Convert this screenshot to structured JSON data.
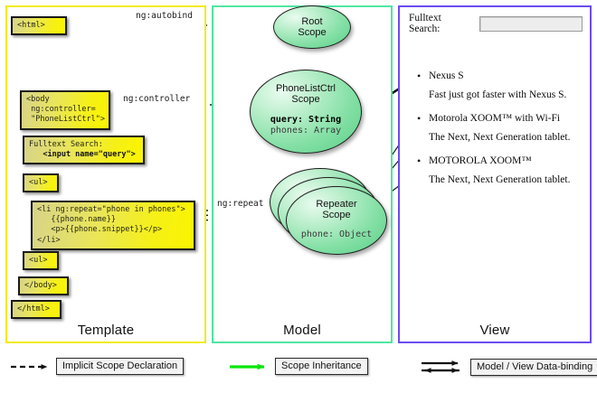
{
  "columns": [
    {
      "key": "template",
      "label": "Template",
      "border_color": "#f2eb18"
    },
    {
      "key": "model",
      "label": "Model",
      "border_color": "#4ee6a0"
    },
    {
      "key": "view",
      "label": "View",
      "border_color": "#6c4cf0"
    }
  ],
  "template": {
    "boxes": [
      {
        "name": "html-open-tag",
        "text": "<html>"
      },
      {
        "name": "body-controller-tag",
        "text": "<body\n ng:controller=\n \"PhoneListCtrl\">"
      },
      {
        "name": "fulltext-search",
        "text": "Fulltext Search:",
        "bold_text": "   <input name=\"query\">"
      },
      {
        "name": "ul-open-tag",
        "text": "<ul>"
      },
      {
        "name": "li-ng-repeat",
        "text": "<li ng:repeat=\"phone in phones\">\n   {{phone.name}}\n   <p>{{phone.snippet}}</p>\n</li>"
      },
      {
        "name": "ul-close-tag",
        "text": "<ul>"
      },
      {
        "name": "body-close-tag",
        "text": "</body>"
      },
      {
        "name": "html-close-tag",
        "text": "</html>"
      }
    ]
  },
  "model": {
    "scopes": [
      {
        "name": "root-scope",
        "title": "Root\nScope",
        "props": []
      },
      {
        "name": "phonelistctrl-scope",
        "title": "PhoneListCtrl\nScope",
        "props": [
          {
            "text": "query: String",
            "strong": true
          },
          {
            "text": "phones: Array",
            "strong": false
          }
        ]
      },
      {
        "name": "repeater-scope",
        "title": "Repeater\nScope",
        "props": [
          {
            "text": "phone: Object",
            "strong": false
          }
        ]
      }
    ]
  },
  "connectors": {
    "autobind": "ng:autobind",
    "controller": "ng:controller",
    "repeat": "ng:repeat"
  },
  "view": {
    "search_label": "Fulltext Search:",
    "search_value": "",
    "phones": [
      {
        "name": "Nexus S",
        "snippet": "Fast just got faster with Nexus S."
      },
      {
        "name": "Motorola XOOM™  with Wi-Fi",
        "snippet": "The Next, Next Generation tablet."
      },
      {
        "name": "MOTOROLA XOOM™",
        "snippet": "The Next, Next Generation tablet."
      }
    ]
  },
  "legend": [
    {
      "name": "implicit-scope-declaration",
      "label": "Implicit Scope Declaration",
      "arrow": "dashed-black",
      "color": "#111111"
    },
    {
      "name": "scope-inheritance",
      "label": "Scope Inheritance",
      "arrow": "solid-green",
      "color": "#00e800"
    },
    {
      "name": "model-view-data-binding",
      "label": "Model / View Data-binding",
      "arrow": "double-black",
      "color": "#111111"
    }
  ]
}
